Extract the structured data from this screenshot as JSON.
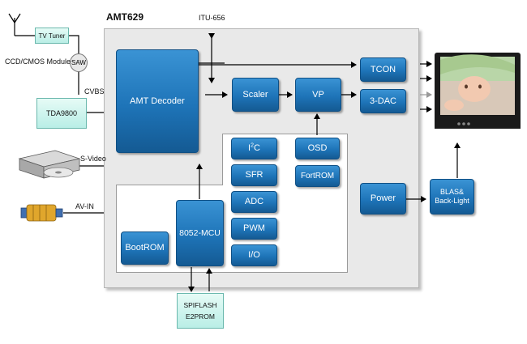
{
  "chip_title": "AMT629",
  "itu_label": "ITU-656",
  "inputs": {
    "tv_tuner": "TV Tuner",
    "ccd_cmos": "CCD/CMOS Module",
    "saw": "SAW",
    "cvbs": "CVBS",
    "tda9800": "TDA9800",
    "s_video": "S-Video",
    "av_in": "AV-IN"
  },
  "blocks": {
    "amt_decoder": "AMT Decoder",
    "scaler": "Scaler",
    "vp": "VP",
    "tcon": "TCON",
    "dac": "3-DAC",
    "osd": "OSD",
    "fortrom": "FortROM",
    "i2c_base": "I",
    "i2c_sup": "2",
    "i2c_tail": "C",
    "sfr": "SFR",
    "adc": "ADC",
    "pwm": "PWM",
    "io": "I/O",
    "bootrom": "BootROM",
    "mcu": "8052-MCU",
    "power": "Power",
    "blas": "BLAS& Back-Light"
  },
  "external": {
    "spiflash": "SPIFLASH",
    "e2prom": "E2PROM"
  },
  "colors": {
    "block_blue": "#1e74b8",
    "panel_gray": "#e9e9e9",
    "light_cyan": "#b9eee6"
  }
}
